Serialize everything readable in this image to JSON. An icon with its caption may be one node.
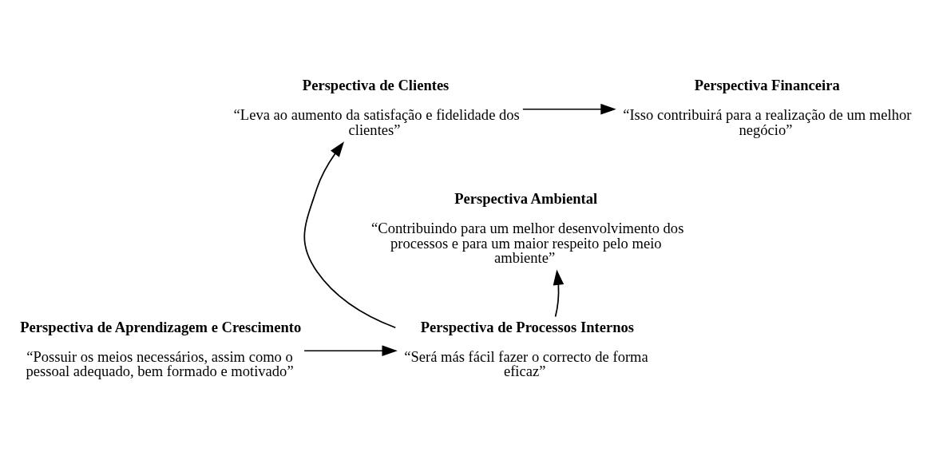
{
  "diagram": {
    "nodes": [
      {
        "text": [
          "Perspectiva Financeira",
          "“Isso contribuirá para a realização de um melhor negócio”"
        ]
      },
      {
        "text": [
          "Perspectiva de Clientes",
          "“Leva ao aumento da satisfação e fidelidade dos clientes”"
        ]
      },
      {
        "text": [
          "Perspectiva Ambiental",
          "“Contribuindo para um melhor desenvolvimento dos processos e para um maior respeito pelo meio ambiente”"
        ]
      },
      {
        "text": [
          "Perspectiva de Processos Internos",
          "“Será más fácil fazer o correcto de forma eficaz”"
        ]
      },
      {
        "text": [
          "Perspectiva de Aprendizagem e Crescimento",
          "“Possuir os meios necessários, assim como o pessoal adequado, bem formado e motivado”"
        ]
      }
    ],
    "edges": [
      {
        "from": 1,
        "to": 0,
        "arrow": "to"
      },
      {
        "from": 3,
        "to": 1,
        "arrow": "to"
      },
      {
        "from": 3,
        "to": 2,
        "arrow": "to"
      },
      {
        "from": 4,
        "to": 3,
        "arrow": "to"
      }
    ]
  }
}
